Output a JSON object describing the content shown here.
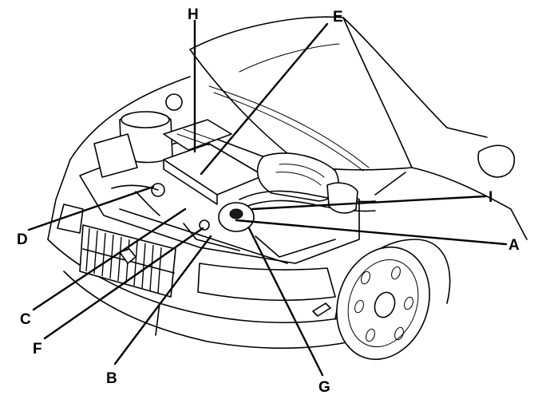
{
  "diagram": {
    "callouts": {
      "A": "A",
      "B": "B",
      "C": "C",
      "D": "D",
      "E": "E",
      "F": "F",
      "G": "G",
      "H": "H",
      "I": "I"
    }
  }
}
